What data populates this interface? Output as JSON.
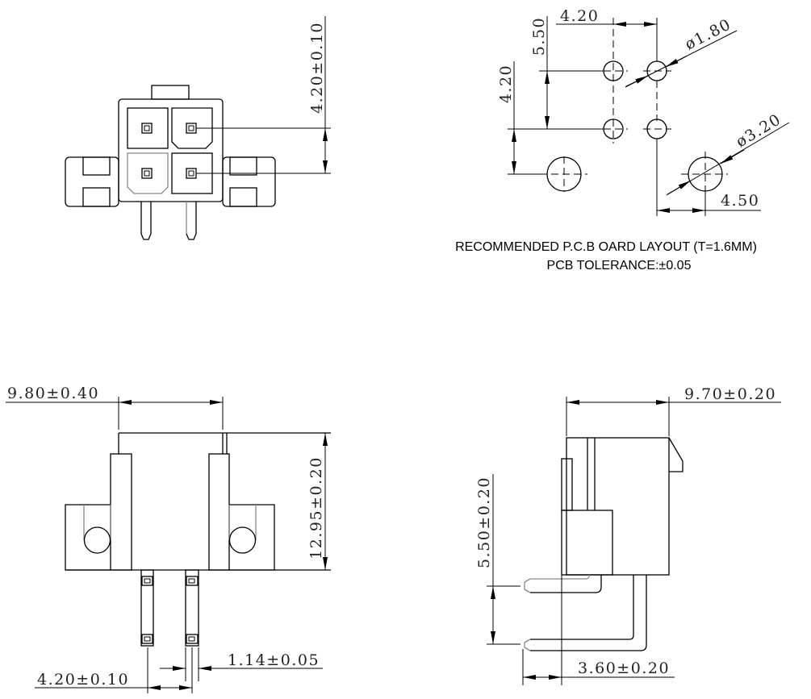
{
  "top_view": {
    "height_dim": "4.20±0.10"
  },
  "pcb_layout": {
    "pitch_x": "4.20",
    "offset_y": "5.50",
    "pitch_y": "4.20",
    "hole_small": "ø1.80",
    "hole_large": "ø3.20",
    "peg_offset": "4.50",
    "caption_line1": "RECOMMENDED P.C.B OARD LAYOUT (T=1.6MM)",
    "caption_line2": "PCB TOLERANCE:±0.05"
  },
  "front_view": {
    "width_dim": "9.80±0.40",
    "height_dim": "12.95±0.20",
    "pin_width_dim": "1.14±0.05",
    "pin_pitch_dim": "4.20±0.10"
  },
  "side_view": {
    "depth_dim": "9.70±0.20",
    "pin_row_dim": "5.50±0.20",
    "pin_offset_dim": "3.60±0.20"
  }
}
